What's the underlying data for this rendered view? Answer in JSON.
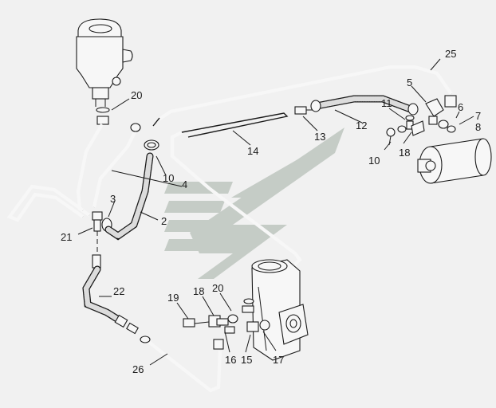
{
  "diagram": {
    "background": "#f1f1f1",
    "watermark_color": "#b7c0b8",
    "labels": [
      "25",
      "5",
      "20",
      "11",
      "6",
      "7",
      "8",
      "12",
      "13",
      "10",
      "18",
      "14",
      "10",
      "4",
      "3",
      "2",
      "21",
      "22",
      "18",
      "20",
      "19",
      "16",
      "15",
      "17",
      "26"
    ]
  }
}
